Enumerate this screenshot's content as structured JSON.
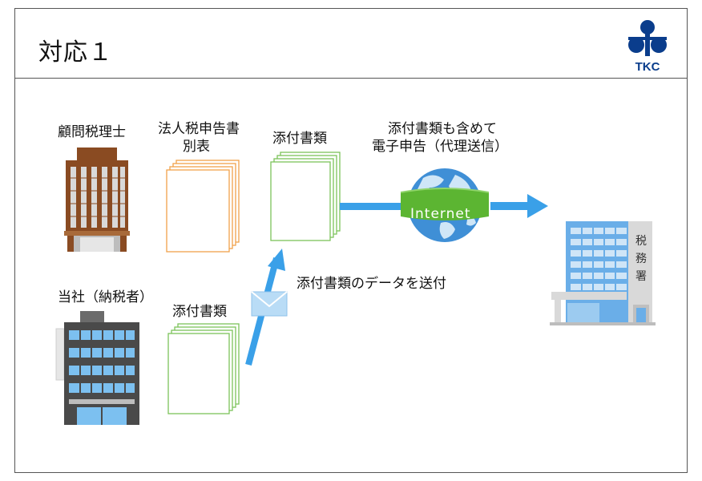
{
  "header": {
    "title": "対応１"
  },
  "logo": {
    "text": "TKC",
    "color": "#0a3d8c"
  },
  "nodes": {
    "advisor": {
      "label": "顧問税理士"
    },
    "company": {
      "label": "当社（納税者）"
    },
    "tax_office": {
      "label_chars": [
        "税",
        "務",
        "署"
      ]
    }
  },
  "documents": {
    "appendix_label_line1": "法人税申告書",
    "appendix_label_line2": "別表",
    "attachments_top_label": "添付書類",
    "attachments_bottom_label": "添付書類"
  },
  "flows": {
    "send_label": "添付書類のデータを送付",
    "efile_label_line1": "添付書類も含めて",
    "efile_label_line2": "電子申告（代理送信）",
    "internet_label": "Internet"
  },
  "colors": {
    "arrow": "#3aa0e8",
    "orange_doc": "#f0a24a",
    "green_doc": "#7cc45a",
    "globe_band": "#5cb532"
  }
}
